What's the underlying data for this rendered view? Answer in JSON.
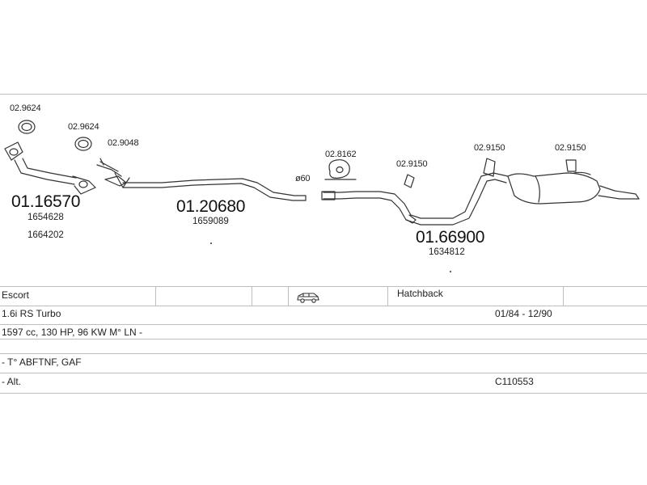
{
  "diagram": {
    "hardware_labels": {
      "clamp_a": "02.9624",
      "clamp_b": "02.9624",
      "gasket_bracket": "02.9048",
      "rubber_mount_center": "02.8162",
      "hanger_mid": "02.9150",
      "hanger_rear_a": "02.9150",
      "hanger_rear_b": "02.9150"
    },
    "pipe_size": "ø60",
    "parts": [
      {
        "number": "01.16570",
        "refs": [
          "1654628",
          "1664202"
        ]
      },
      {
        "number": "01.20680",
        "refs": [
          "1659089"
        ]
      },
      {
        "number": "01.66900",
        "refs": [
          "1634812"
        ]
      }
    ]
  },
  "info": {
    "model": "Escort",
    "body_type": "Hatchback",
    "engine": "1.6i RS Turbo",
    "date_range": "01/84 - 12/90",
    "specs": "1597 cc, 130 HP, 96 KW M° LN -",
    "codes": "- T° ABFTNF, GAF",
    "alt": "- Alt.",
    "catalog_no": "C110553"
  }
}
